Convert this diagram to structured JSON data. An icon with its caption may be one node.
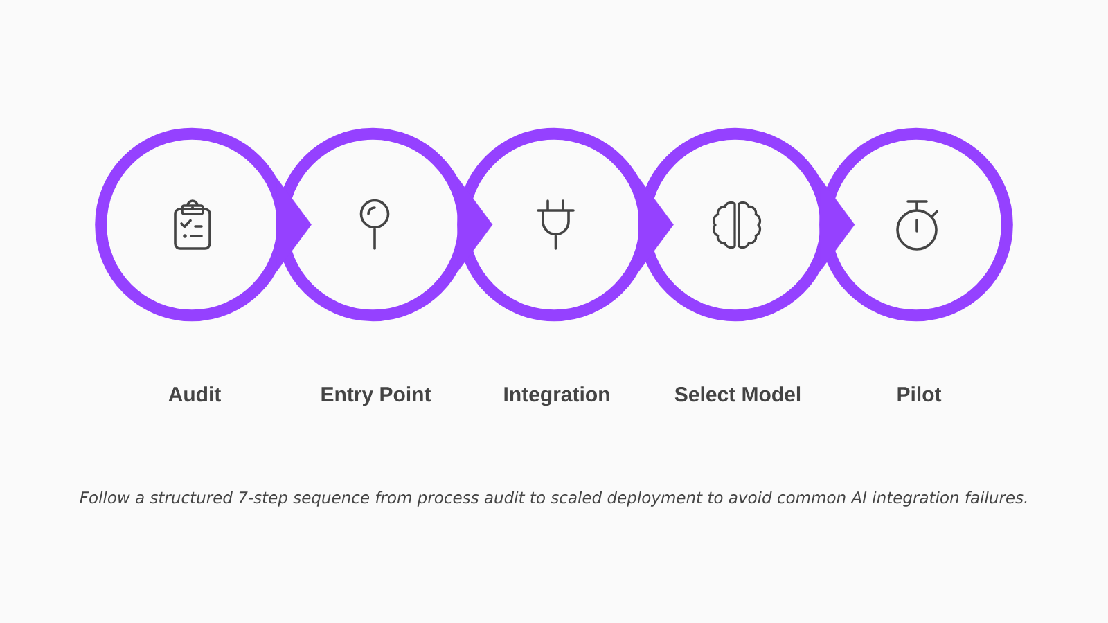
{
  "diagram": {
    "caption": "Follow a structured 7-step sequence from process audit to scaled deployment to avoid common AI integration failures.",
    "nodes": [
      {
        "text": [
          "Audit"
        ]
      },
      {
        "text": [
          "Entry Point"
        ]
      },
      {
        "text": [
          "Integration"
        ]
      },
      {
        "text": [
          "Select Model"
        ]
      },
      {
        "text": [
          "Pilot"
        ]
      }
    ],
    "edges": [
      {
        "from": 0,
        "to": 1,
        "arrow": "to"
      },
      {
        "from": 1,
        "to": 2,
        "arrow": "to"
      },
      {
        "from": 2,
        "to": 3,
        "arrow": "to"
      },
      {
        "from": 3,
        "to": 4,
        "arrow": "to"
      }
    ]
  }
}
